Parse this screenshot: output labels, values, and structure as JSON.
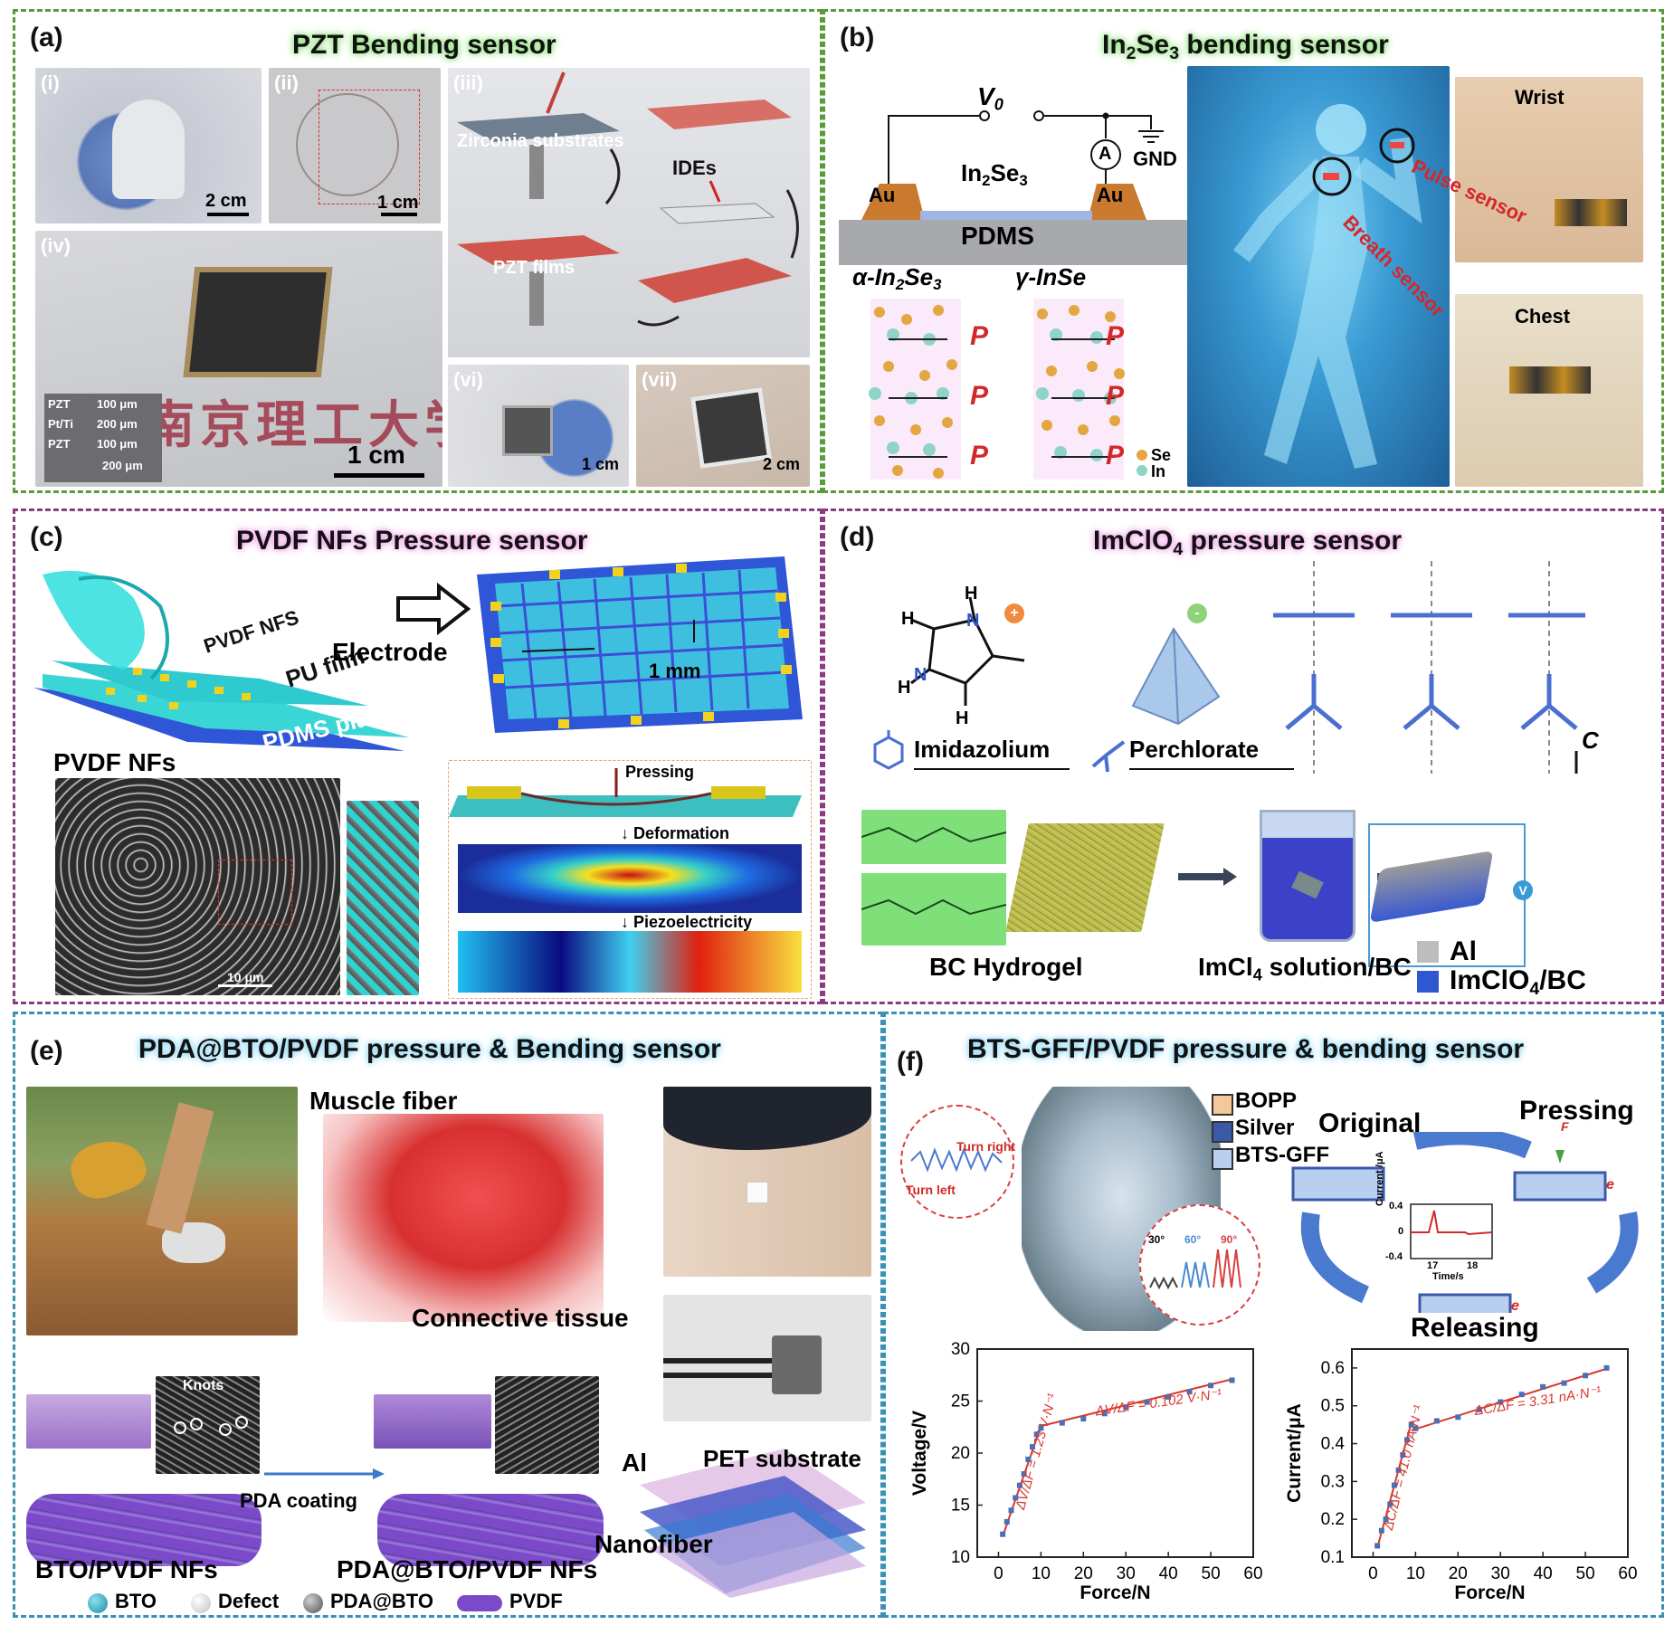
{
  "panels": {
    "a": {
      "label": "(a)",
      "title": "PZT Bending sensor",
      "subs": [
        "(i)",
        "(ii)",
        "(iii)",
        "(iv)",
        "(vi)",
        "(vii)"
      ],
      "scale_i": "2 cm",
      "scale_ii": "1 cm",
      "scale_iv": "1 cm",
      "scale_vi": "1 cm",
      "scale_vii": "2 cm",
      "zirconia": "Zirconia substrates",
      "ides": "IDEs",
      "pzt_films": "PZT films",
      "layers": [
        {
          "name": "PZT",
          "value": "100 μm"
        },
        {
          "name": "Pt/Ti",
          "value": "200 μm"
        },
        {
          "name": "PZT",
          "value": "100 μm"
        }
      ],
      "layer_scale": "200 μm"
    },
    "b": {
      "label": "(b)",
      "title_main": "In",
      "title_sub1": "2",
      "title_mid": "Se",
      "title_sub2": "3",
      "title_end": " bending sensor",
      "v0": "V",
      "v0_sub": "0",
      "ammeter": "A",
      "gnd": "GND",
      "au_left": "Au",
      "au_right": "Au",
      "in2se3": "In",
      "in2se3_sub": "2",
      "in2se3_mid": "Se",
      "in2se3_sub2": "3",
      "pdms": "PDMS",
      "alpha": "α-In",
      "alpha_sub": "2",
      "alpha_mid": "Se",
      "alpha_sub2": "3",
      "gamma": "γ-InSe",
      "p": "P",
      "se": "Se",
      "in": "In",
      "wrist": "Wrist",
      "pulse": "Pulse sensor",
      "breath": "Breath sensor",
      "chest": "Chest"
    },
    "c": {
      "label": "(c)",
      "title": "PVDF NFs Pressure sensor",
      "electrode": "Electrode",
      "pvdf_nfs_layer": "PVDF NFS",
      "pu": "PU film",
      "pdms": "PDMS plate",
      "pvdf_nfs": "PVDF NFs",
      "mm": "1 mm",
      "sem_scale": "10 μm",
      "pressing": "Pressing",
      "deformation": "Deformation",
      "piezo": "Piezoelectricity"
    },
    "d": {
      "label": "(d)",
      "title_a": "ImClO",
      "title_sub": "4",
      "title_b": " pressure sensor",
      "h": "H",
      "n": "N",
      "plus": "+",
      "minus": "-",
      "imidazolium": "Imidazolium",
      "perchlorate": "Perchlorate",
      "c_axis": "C",
      "bc": "BC Hydrogel",
      "imcl": "ImCl",
      "imcl_sub": "4",
      "imcl_end": " solution/BC",
      "v": "V",
      "al": "Al",
      "imclo": "ImClO",
      "imclo_sub": "4",
      "imclo_end": "/BC"
    },
    "e": {
      "label": "(e)",
      "title": "PDA@BTO/PVDF pressure & Bending sensor",
      "muscle": "Muscle fiber",
      "connective": "Connective tissue",
      "knots": "Knots",
      "pda_coating": "PDA coating",
      "al": "Al",
      "pet": "PET substrate",
      "nanofiber": "Nanofiber",
      "bto_pvdf": "BTO/PVDF NFs",
      "pda_bto_pvdf": "PDA@BTO/PVDF NFs",
      "legend": [
        "BTO",
        "Defect",
        "PDA@BTO",
        "PVDF"
      ]
    },
    "f": {
      "label": "(f)",
      "title": "BTS-GFF/PVDF pressure & bending sensor",
      "turn_right": "Turn right",
      "turn_left": "Turn left",
      "angles": [
        "30°",
        "60°",
        "90°"
      ],
      "layers": [
        "BOPP",
        "Silver",
        "BTS-GFF"
      ],
      "original": "Original",
      "pressing": "Pressing",
      "releasing": "Releasing",
      "f": "F",
      "e": "e",
      "inset_ylabel": "Current\n/μA",
      "inset_xlabel": "Time/s",
      "inset_yticks": [
        "0.4",
        "0",
        "-0.4"
      ],
      "inset_xticks": [
        "17",
        "18"
      ]
    }
  },
  "chart_data": [
    {
      "type": "scatter",
      "xlabel": "Force/N",
      "ylabel": "Voltage/V",
      "xlim": [
        -5,
        60
      ],
      "ylim": [
        10,
        30
      ],
      "xticks": [
        0,
        10,
        20,
        30,
        40,
        50,
        60
      ],
      "yticks": [
        10,
        15,
        20,
        25,
        30
      ],
      "x": [
        1,
        2,
        3,
        4,
        5,
        6,
        7,
        8,
        9,
        10,
        15,
        20,
        25,
        30,
        35,
        40,
        45,
        50,
        55
      ],
      "y": [
        12.2,
        13.4,
        14.5,
        15.7,
        16.9,
        18.0,
        19.4,
        20.6,
        21.8,
        22.4,
        22.9,
        23.3,
        23.8,
        24.4,
        24.9,
        25.4,
        25.9,
        26.5,
        27.0
      ],
      "annotations": [
        "ΔV/ΔF = 1.23 V·N⁻¹",
        "ΔV/ΔF = 0.102 V·N⁻¹"
      ],
      "colors": {
        "points": "#4a6fb5",
        "fit": "#d9382e"
      }
    },
    {
      "type": "scatter",
      "xlabel": "Force/N",
      "ylabel": "Current/μA",
      "xlim": [
        -5,
        60
      ],
      "ylim": [
        0.1,
        0.65
      ],
      "xticks": [
        0,
        10,
        20,
        30,
        40,
        50,
        60
      ],
      "yticks": [
        0.1,
        0.2,
        0.3,
        0.4,
        0.5,
        0.6
      ],
      "x": [
        1,
        2,
        3,
        4,
        5,
        6,
        7,
        8,
        9,
        10,
        15,
        20,
        25,
        30,
        35,
        40,
        45,
        50,
        55
      ],
      "y": [
        0.13,
        0.17,
        0.2,
        0.24,
        0.29,
        0.33,
        0.37,
        0.41,
        0.45,
        0.44,
        0.46,
        0.47,
        0.49,
        0.51,
        0.53,
        0.55,
        0.56,
        0.58,
        0.6
      ],
      "annotations": [
        "ΔC/ΔF = 41.0 nA·N⁻¹",
        "ΔC/ΔF = 3.31 nA·N⁻¹"
      ],
      "colors": {
        "points": "#4a6fb5",
        "fit": "#d9382e"
      }
    }
  ]
}
